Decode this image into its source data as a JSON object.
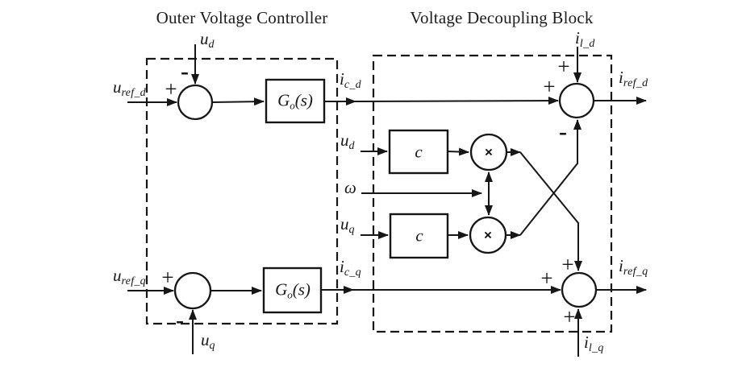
{
  "titles": {
    "outer": "Outer Voltage Controller",
    "decoupling": "Voltage Decoupling Block"
  },
  "labels": {
    "u_ref_d": {
      "base": "u",
      "sub": "ref_d"
    },
    "u_d_top": {
      "base": "u",
      "sub": "d"
    },
    "i_c_d": {
      "base": "i",
      "sub": "c_d"
    },
    "i_l_d": {
      "base": "i",
      "sub": "l_d"
    },
    "i_ref_d": {
      "base": "i",
      "sub": "ref_d"
    },
    "u_d_mid": {
      "base": "u",
      "sub": "d"
    },
    "omega": {
      "base": "ω",
      "sub": ""
    },
    "u_q_mid": {
      "base": "u",
      "sub": "q"
    },
    "u_ref_q": {
      "base": "u",
      "sub": "ref_q"
    },
    "u_q_bottom": {
      "base": "u",
      "sub": "q"
    },
    "i_c_q": {
      "base": "i",
      "sub": "c_q"
    },
    "i_ref_q": {
      "base": "i",
      "sub": "ref_q"
    },
    "i_l_q": {
      "base": "i",
      "sub": "l_q"
    }
  },
  "blocks": {
    "go_top": {
      "base": "G",
      "sub": "o",
      "rest": "(s)"
    },
    "go_bottom": {
      "base": "G",
      "sub": "o",
      "rest": "(s)"
    },
    "c_top": "c",
    "c_bottom": "c",
    "mult_top": "×",
    "mult_bottom": "×"
  },
  "signs": {
    "outer_d_plus": "+",
    "outer_d_minus": "-",
    "outer_q_plus": "+",
    "outer_q_minus": "-",
    "dec_d_plus_top": "+",
    "dec_d_plus_left": "+",
    "dec_d_minus_bottom": "-",
    "dec_q_plus_top": "+",
    "dec_q_plus_left": "+",
    "dec_q_plus_bottom": "+"
  },
  "colors": {
    "line": "#161616",
    "background": "#ffffff"
  }
}
